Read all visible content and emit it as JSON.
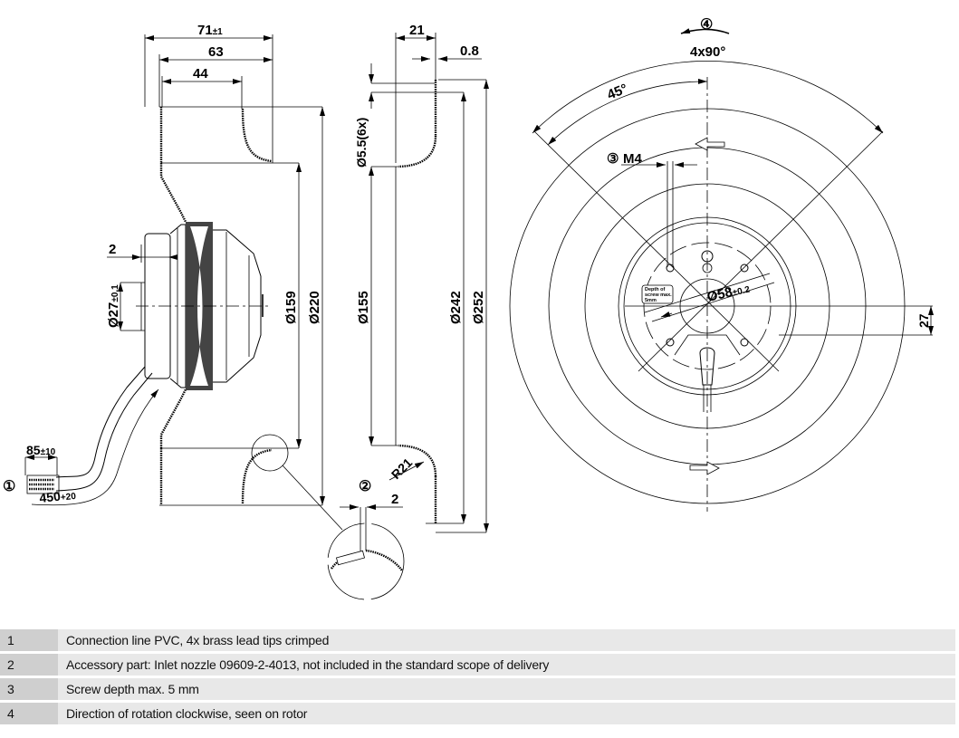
{
  "drawing": {
    "side_view": {
      "overall_depth": "71",
      "overall_depth_tol": "±1",
      "depth_63": "63",
      "depth_44": "44",
      "shaft_offset": "2",
      "hub_diameter": "Ø27",
      "hub_diameter_tol": "±0.1",
      "diameter_159": "Ø159",
      "diameter_220": "Ø220",
      "cable_strip_length": "85",
      "cable_strip_tol": "±10",
      "cable_length": "450",
      "cable_length_tol": "+20",
      "callout_1": "①"
    },
    "nozzle_view": {
      "width_21": "21",
      "thickness": "0.8",
      "hole_diameter": "Ø5.5(6x)",
      "diameter_155": "Ø155",
      "diameter_242": "Ø242",
      "diameter_252": "Ø252",
      "radius": "R21",
      "detail_gap": "2",
      "callout_2": "②"
    },
    "front_view": {
      "callout_4": "④",
      "pattern_angle": "4x90°",
      "angle_45": "45°",
      "callout_3": "③",
      "thread": "M4",
      "depth_note_line1": "Depth of",
      "depth_note_line2": "screw max.",
      "depth_note_line3": "5mm",
      "center_diameter": "Ø58",
      "center_diameter_tol": "±0.2",
      "offset_27": "27"
    }
  },
  "notes": [
    {
      "num": "1",
      "text": "Connection line PVC, 4x brass lead tips crimped"
    },
    {
      "num": "2",
      "text": "Accessory part: Inlet nozzle 09609-2-4013, not included in the standard scope of delivery"
    },
    {
      "num": "3",
      "text": "Screw depth max. 5 mm"
    },
    {
      "num": "4",
      "text": "Direction of rotation clockwise, seen on rotor"
    }
  ]
}
